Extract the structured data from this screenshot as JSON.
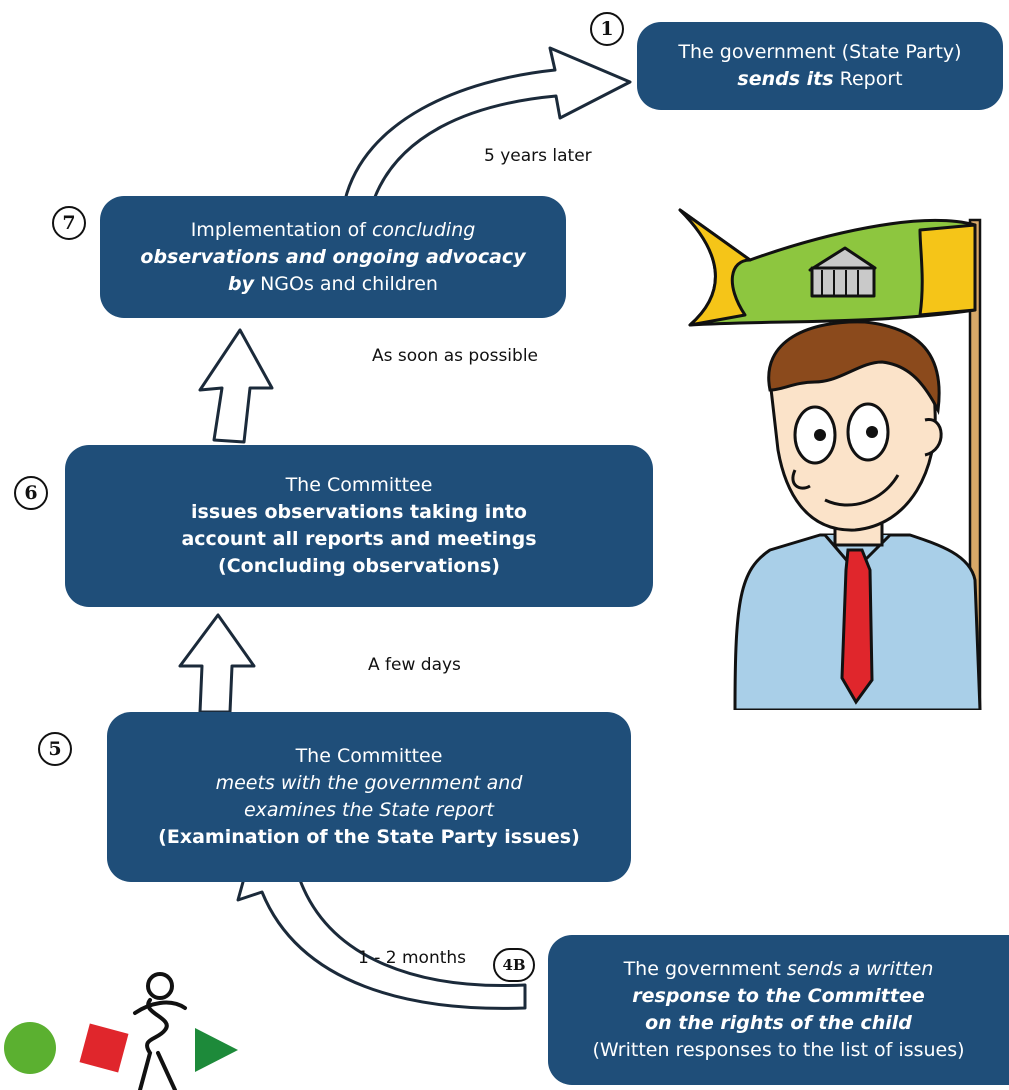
{
  "steps": {
    "step1": {
      "number": "1",
      "line1": "The government (State Party)",
      "line2_bi": "sends its",
      "line2_rest": " Report"
    },
    "step7": {
      "number": "7",
      "line1_plain": "Implementation of ",
      "line1_i": "concluding",
      "line2_bi": "observations and ongoing advocacy",
      "line3_bi": "by",
      "line3_rest": " NGOs and children"
    },
    "step6": {
      "number": "6",
      "line1": "The Committee",
      "line2": "issues observations taking into",
      "line3": "account all reports and meetings",
      "line4": "(Concluding observations)"
    },
    "step5": {
      "number": "5",
      "line1": "The Committee",
      "line2": "meets with the government and",
      "line3": "examines the State report",
      "line4": "(Examination of the State Party issues)"
    },
    "step4b": {
      "number": "4B",
      "line1_plain": "The government ",
      "line1_i": "sends a written",
      "line2": "response to the Committee",
      "line3": "on the rights of the child",
      "line4": "(Written responses to the list of issues)"
    }
  },
  "timings": {
    "t_5_years": "5 years later",
    "t_asap": "As soon as possible",
    "t_few_days": "A few days",
    "t_months": "1 - 2 months"
  },
  "colors": {
    "box": "#1f4e79",
    "flag_green": "#8dc63f",
    "flag_yellow": "#f5c518",
    "shirt": "#a9cfe8",
    "tie": "#e0262c",
    "hair": "#8b4a1c",
    "logo_green": "#5bb030",
    "logo_red": "#e0262c",
    "logo_play": "#1d8a3a"
  }
}
